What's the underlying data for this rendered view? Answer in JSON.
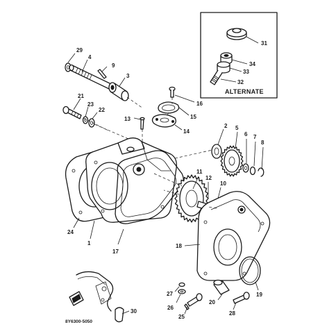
{
  "alternate_label": "ALTERNATE",
  "drawing_code": "8Y6300-5050",
  "callouts": {
    "c1": "1",
    "c2": "2",
    "c3": "3",
    "c4": "4",
    "c5": "5",
    "c6": "6",
    "c7": "7",
    "c8": "8",
    "c9": "9",
    "c10": "10",
    "c11": "11",
    "c12": "12",
    "c13": "13",
    "c14": "14",
    "c15": "15",
    "c16": "16",
    "c17": "17",
    "c18": "18",
    "c19": "19",
    "c20": "20",
    "c21": "21",
    "c22": "22",
    "c23": "23",
    "c24": "24",
    "c25": "25",
    "c26": "26",
    "c27": "27",
    "c28": "28",
    "c29": "29",
    "c30": "30",
    "c31": "31",
    "c32": "32",
    "c33": "33",
    "c34": "34"
  }
}
